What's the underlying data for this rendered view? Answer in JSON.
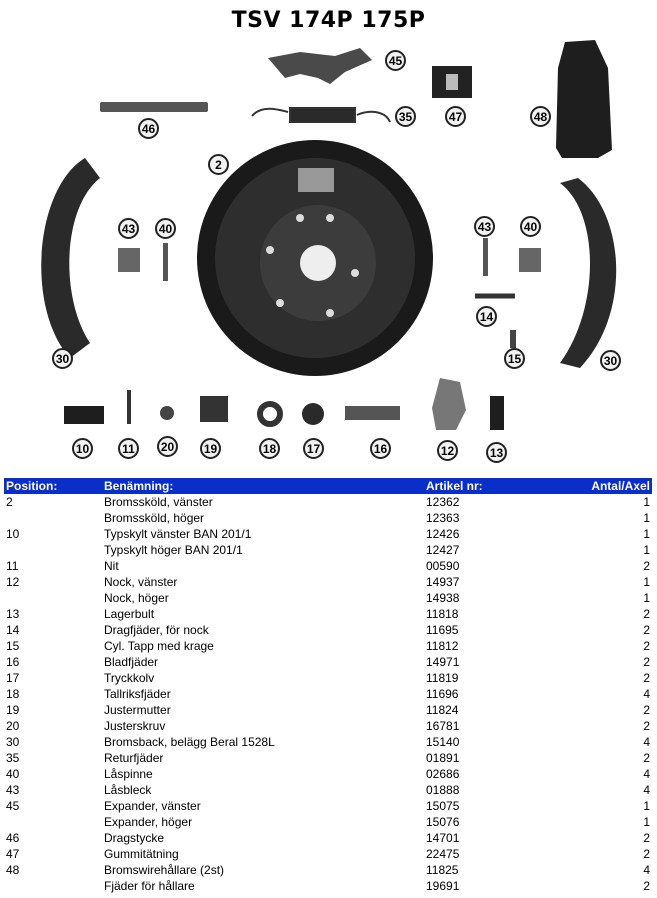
{
  "title": "TSV 174P 175P",
  "callouts": [
    "45",
    "35",
    "46",
    "47",
    "48",
    "2",
    "43",
    "40",
    "43",
    "40",
    "14",
    "15",
    "30",
    "30",
    "10",
    "11",
    "20",
    "19",
    "18",
    "17",
    "16",
    "12",
    "13"
  ],
  "table": {
    "headers": [
      "Position:",
      "Benämning:",
      "Artikel nr:",
      "Antal/Axel"
    ],
    "rows": [
      {
        "pos": "2",
        "name": "Bromssköld, vänster",
        "art": "12362",
        "qty": "1"
      },
      {
        "pos": "",
        "name": "Bromssköld, höger",
        "art": "12363",
        "qty": "1"
      },
      {
        "pos": "10",
        "name": "Typskylt vänster BAN 201/1",
        "art": "12426",
        "qty": "1"
      },
      {
        "pos": "",
        "name": "Typskylt höger BAN 201/1",
        "art": "12427",
        "qty": "1"
      },
      {
        "pos": "11",
        "name": "Nit",
        "art": "00590",
        "qty": "2"
      },
      {
        "pos": "12",
        "name": "Nock, vänster",
        "art": "14937",
        "qty": "1"
      },
      {
        "pos": "",
        "name": "Nock, höger",
        "art": "14938",
        "qty": "1"
      },
      {
        "pos": "13",
        "name": "Lagerbult",
        "art": "11818",
        "qty": "2"
      },
      {
        "pos": "14",
        "name": "Dragfjäder, för nock",
        "art": "11695",
        "qty": "2"
      },
      {
        "pos": "15",
        "name": "Cyl. Tapp med krage",
        "art": "11812",
        "qty": "2"
      },
      {
        "pos": "16",
        "name": "Bladfjäder",
        "art": "14971",
        "qty": "2"
      },
      {
        "pos": "17",
        "name": "Tryckkolv",
        "art": "11819",
        "qty": "2"
      },
      {
        "pos": "18",
        "name": "Tallriksfjäder",
        "art": "11696",
        "qty": "4"
      },
      {
        "pos": "19",
        "name": "Justermutter",
        "art": "11824",
        "qty": "2"
      },
      {
        "pos": "20",
        "name": "Justerskruv",
        "art": "16781",
        "qty": "2"
      },
      {
        "pos": "30",
        "name": "Bromsback, belägg Beral 1528L",
        "art": "15140",
        "qty": "4"
      },
      {
        "pos": "35",
        "name": "Returfjäder",
        "art": "01891",
        "qty": "2"
      },
      {
        "pos": "40",
        "name": "Låspinne",
        "art": "02686",
        "qty": "4"
      },
      {
        "pos": "43",
        "name": "Låsbleck",
        "art": "01888",
        "qty": "4"
      },
      {
        "pos": "45",
        "name": "Expander, vänster",
        "art": "15075",
        "qty": "1"
      },
      {
        "pos": "",
        "name": "Expander, höger",
        "art": "15076",
        "qty": "1"
      },
      {
        "pos": "46",
        "name": "Dragstycke",
        "art": "14701",
        "qty": "2"
      },
      {
        "pos": "47",
        "name": "Gummitätning",
        "art": "22475",
        "qty": "2"
      },
      {
        "pos": "48",
        "name": "Bromswirehållare (2st)",
        "art": "11825",
        "qty": "4"
      },
      {
        "pos": "",
        "name": "Fjäder för hållare",
        "art": "19691",
        "qty": "2"
      }
    ]
  }
}
